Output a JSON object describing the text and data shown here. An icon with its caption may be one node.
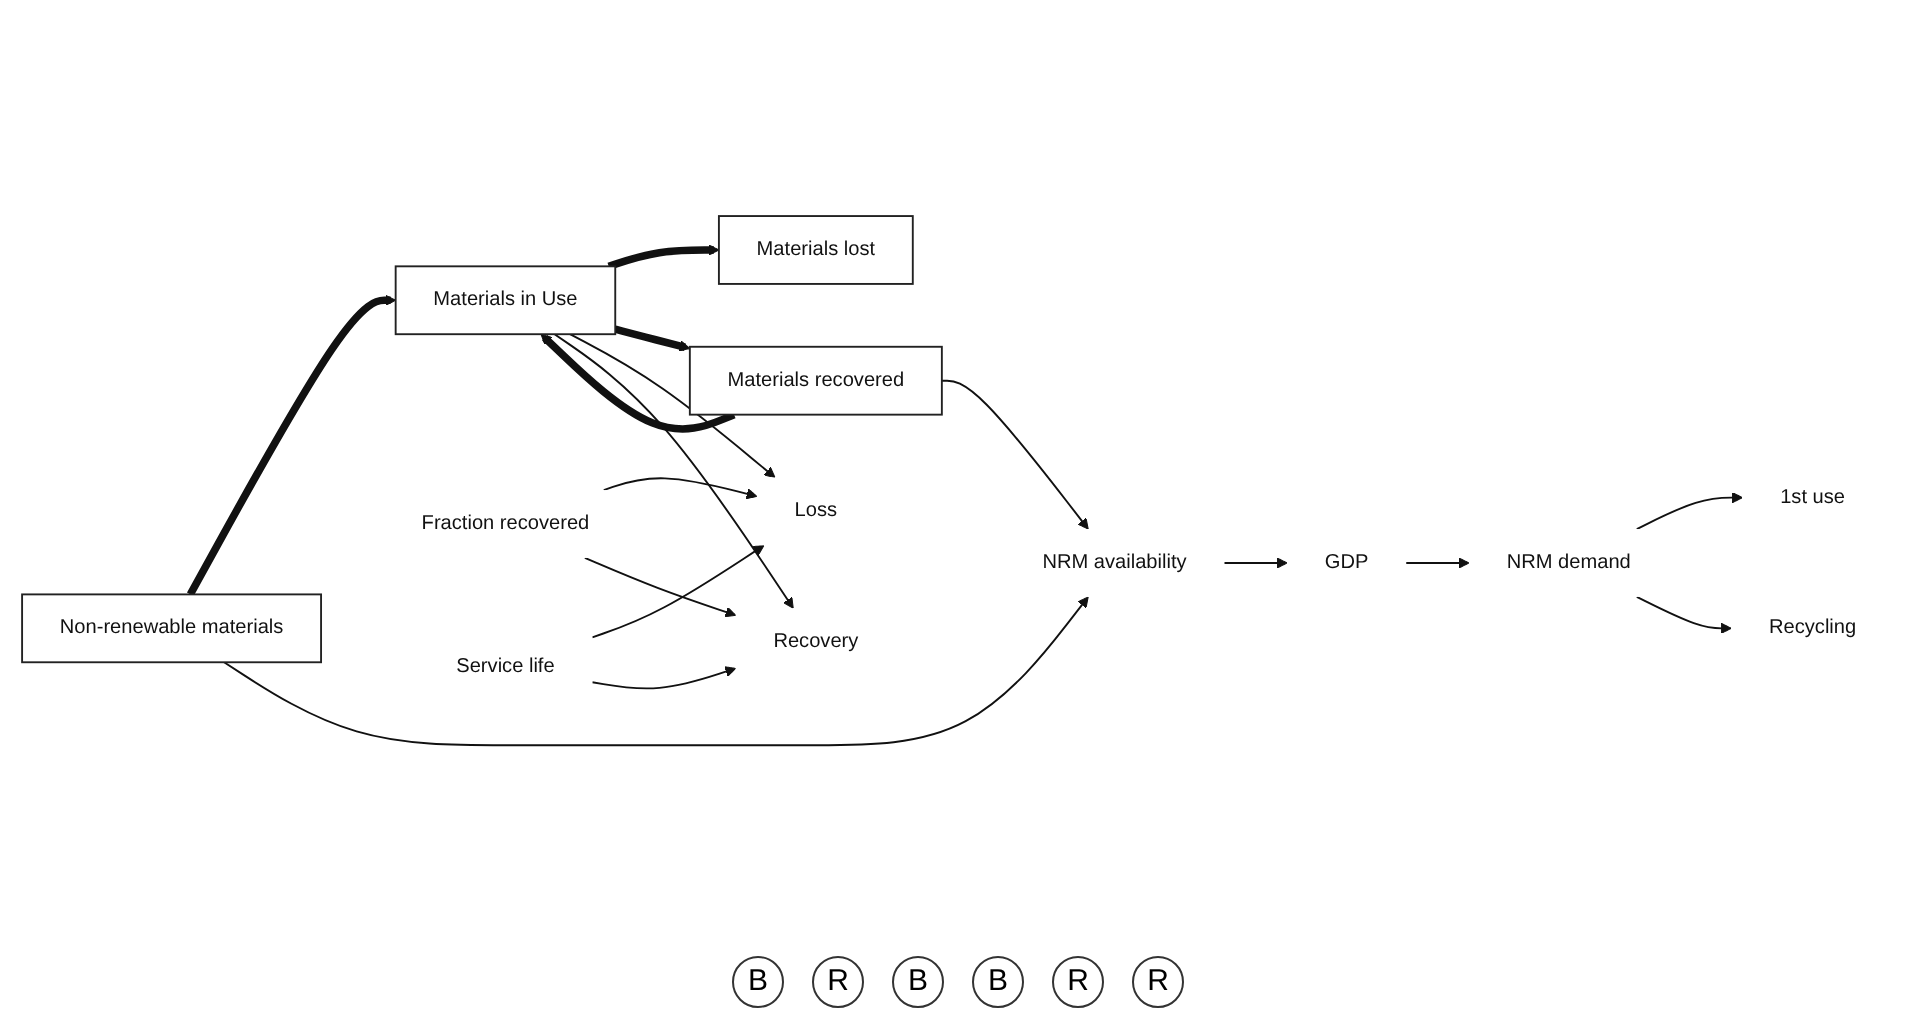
{
  "diagram": {
    "nodes": [
      {
        "text": [
          "Non-renewable materials"
        ]
      },
      {
        "text": [
          "1st use"
        ]
      },
      {
        "text": [
          "Materials in Use"
        ]
      },
      {
        "text": [
          "Loss"
        ]
      },
      {
        "text": [
          "Materials lost"
        ]
      },
      {
        "text": [
          "NRM demand"
        ]
      },
      {
        "text": [
          "Recycling"
        ]
      },
      {
        "text": [
          "Recovery"
        ]
      },
      {
        "text": [
          "Fraction recovered"
        ]
      },
      {
        "text": [
          "Service life"
        ]
      },
      {
        "text": [
          "GDP"
        ]
      },
      {
        "text": [
          "Materials recovered"
        ]
      },
      {
        "text": [
          "NRM availability"
        ]
      }
    ],
    "edges": [
      {
        "from": 0,
        "to": 2,
        "arrow": "to",
        "style": "thick"
      },
      {
        "from": 2,
        "to": 4,
        "arrow": "to",
        "style": "thick"
      },
      {
        "from": 2,
        "to": 11,
        "arrow": "to",
        "style": "thick"
      },
      {
        "from": 11,
        "to": 2,
        "arrow": "to",
        "style": "thick"
      },
      {
        "from": 2,
        "to": 3,
        "arrow": "to"
      },
      {
        "from": 2,
        "to": 7,
        "arrow": "to"
      },
      {
        "from": 8,
        "to": 3,
        "arrow": "to"
      },
      {
        "from": 8,
        "to": 7,
        "arrow": "to"
      },
      {
        "from": 9,
        "to": 3,
        "arrow": "to"
      },
      {
        "from": 9,
        "to": 7,
        "arrow": "to"
      },
      {
        "from": 5,
        "to": 1,
        "arrow": "to"
      },
      {
        "from": 5,
        "to": 6,
        "arrow": "to"
      },
      {
        "from": 10,
        "to": 5,
        "arrow": "to"
      },
      {
        "from": 12,
        "to": 10,
        "arrow": "to"
      },
      {
        "from": 0,
        "to": 12,
        "arrow": "to"
      },
      {
        "from": 11,
        "to": 12,
        "arrow": "to"
      }
    ],
    "labels": [
      "B",
      "R",
      "B",
      "B",
      "R",
      "R"
    ]
  }
}
